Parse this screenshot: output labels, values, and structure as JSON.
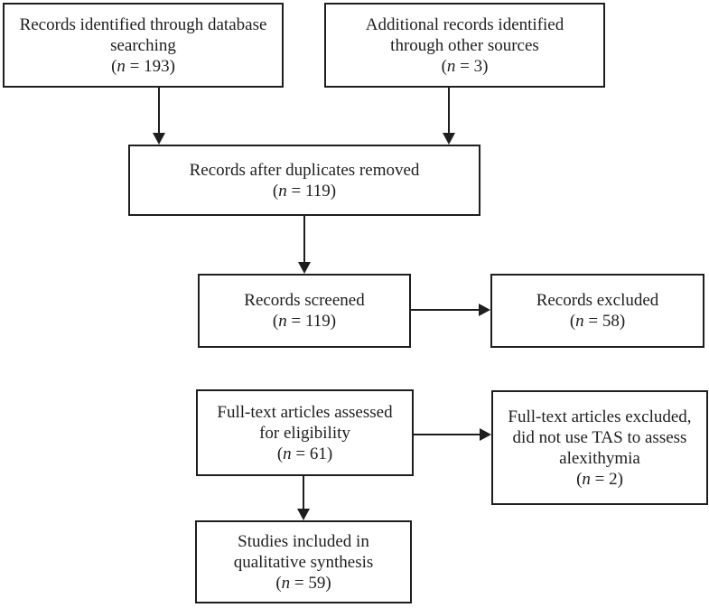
{
  "figure": {
    "type": "flow-diagram",
    "background_color": "#ffffff",
    "line_color": "#1e1e1e",
    "text_color": "#1e1e1e"
  },
  "boxes": [
    {
      "id": "records-identified-database",
      "lines": [
        "Records identified through database",
        "searching",
        "(n = 193)"
      ]
    },
    {
      "id": "additional-records-other-sources",
      "lines": [
        "Additional records identified",
        "through other sources",
        "(n = 3)"
      ]
    },
    {
      "id": "records-after-duplicates",
      "lines": [
        "Records after duplicates removed",
        "(n = 119)"
      ]
    },
    {
      "id": "records-screened",
      "lines": [
        "Records screened",
        "(n = 119)"
      ]
    },
    {
      "id": "records-excluded",
      "lines": [
        "Records excluded",
        "(n = 58)"
      ]
    },
    {
      "id": "fulltext-assessed",
      "lines": [
        "Full-text articles assessed",
        "for eligibility",
        "(n = 61)"
      ]
    },
    {
      "id": "fulltext-excluded",
      "lines": [
        "Full-text articles excluded,",
        "did not use TAS to assess",
        "alexithymia",
        "(n = 2)"
      ]
    },
    {
      "id": "studies-included",
      "lines": [
        "Studies included in",
        "qualitative synthesis",
        "(n = 59)"
      ]
    }
  ],
  "edges": [
    {
      "from": "records-identified-database",
      "to": "records-after-duplicates",
      "direction": "down"
    },
    {
      "from": "additional-records-other-sources",
      "to": "records-after-duplicates",
      "direction": "down"
    },
    {
      "from": "records-after-duplicates",
      "to": "records-screened",
      "direction": "down"
    },
    {
      "from": "records-screened",
      "to": "records-excluded",
      "direction": "right"
    },
    {
      "from": "fulltext-assessed",
      "to": "fulltext-excluded",
      "direction": "right"
    },
    {
      "from": "fulltext-assessed",
      "to": "studies-included",
      "direction": "down"
    }
  ]
}
